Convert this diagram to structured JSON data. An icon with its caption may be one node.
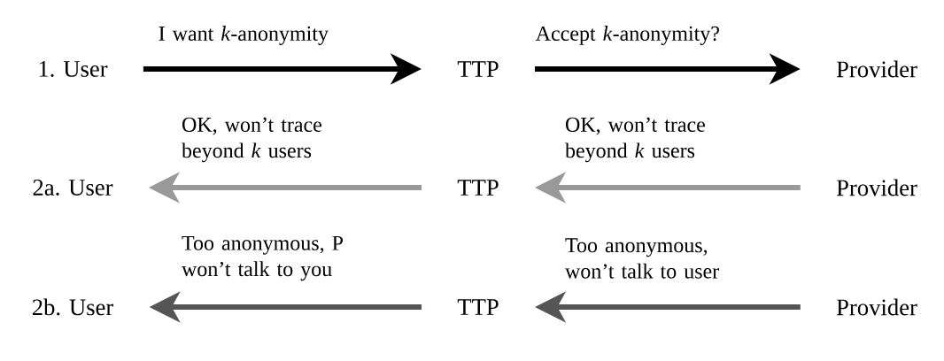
{
  "diagram": {
    "nodes": [
      {
        "text": [
          "1. User"
        ]
      },
      {
        "text": [
          "TTP"
        ]
      },
      {
        "text": [
          "Provider"
        ]
      },
      {
        "text": [
          "2a. User"
        ]
      },
      {
        "text": [
          "TTP"
        ]
      },
      {
        "text": [
          "Provider"
        ]
      },
      {
        "text": [
          "2b. User"
        ]
      },
      {
        "text": [
          "TTP"
        ]
      },
      {
        "text": [
          "Provider"
        ]
      }
    ],
    "edges": [
      {
        "from": 0,
        "to": 1,
        "arrow": "to",
        "label": "I want *k*-anonymity",
        "color": "#000000"
      },
      {
        "from": 1,
        "to": 2,
        "arrow": "to",
        "label": "Accept *k*-anonymity?",
        "color": "#000000"
      },
      {
        "from": 4,
        "to": 3,
        "arrow": "to",
        "label": "OK, won’t trace beyond *k* users",
        "color": "#999999"
      },
      {
        "from": 5,
        "to": 4,
        "arrow": "to",
        "label": "OK, won’t trace beyond *k* users",
        "color": "#999999"
      },
      {
        "from": 7,
        "to": 6,
        "arrow": "to",
        "label": "Too anonymous, P won’t talk to you",
        "color": "#555555"
      },
      {
        "from": 8,
        "to": 7,
        "arrow": "to",
        "label": "Too anonymous, won’t talk to user",
        "color": "#555555"
      }
    ]
  }
}
